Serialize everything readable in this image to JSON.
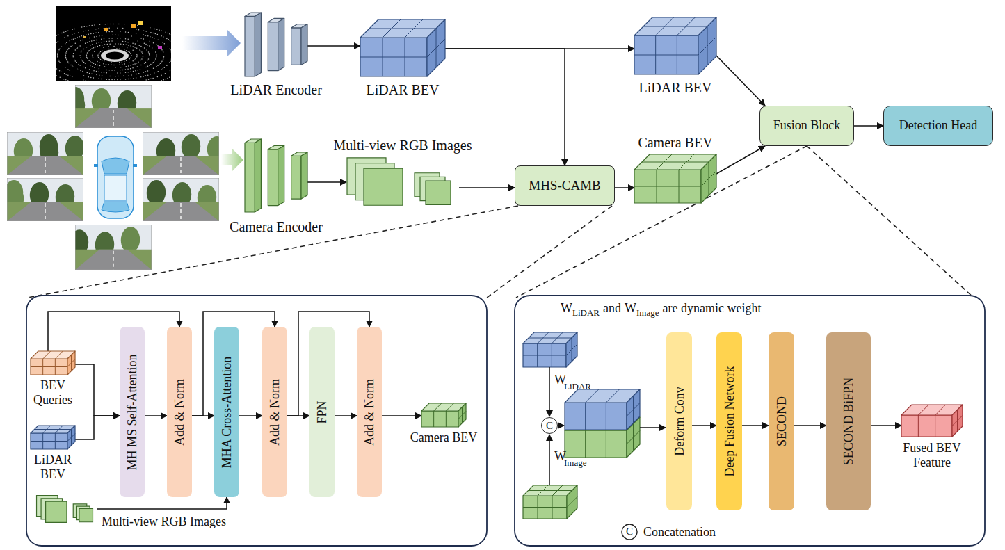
{
  "diagram": {
    "nodes": [
      {
        "text": [
          "LiDAR Encoder"
        ]
      },
      {
        "text": [
          "LiDAR BEV"
        ]
      },
      {
        "text": [
          "LiDAR BEV"
        ]
      },
      {
        "text": [
          "Camera Encoder"
        ]
      },
      {
        "text": [
          "Multi-view RGB Images"
        ]
      },
      {
        "text": [
          "MHS-CAMB"
        ]
      },
      {
        "text": [
          "Camera BEV"
        ]
      },
      {
        "text": [
          "Fusion Block"
        ]
      },
      {
        "text": [
          "Detection Head"
        ]
      },
      {
        "text": [
          "BEV Queries"
        ]
      },
      {
        "text": [
          "LiDAR BEV"
        ]
      },
      {
        "text": [
          "MH MS Self-Attention"
        ]
      },
      {
        "text": [
          "Add & Norm"
        ]
      },
      {
        "text": [
          "MHA Cross-Attention"
        ]
      },
      {
        "text": [
          "Add & Norm"
        ]
      },
      {
        "text": [
          "FPN"
        ]
      },
      {
        "text": [
          "Add & Norm"
        ]
      },
      {
        "text": [
          "Camera BEV"
        ]
      },
      {
        "text": [
          "Multi-view RGB Images"
        ]
      },
      {
        "text": [
          "C"
        ]
      },
      {
        "text": [
          "Deform Conv"
        ]
      },
      {
        "text": [
          "Deep Fusion Network"
        ]
      },
      {
        "text": [
          "SECOND"
        ]
      },
      {
        "text": [
          "SECOND BiFPN"
        ]
      },
      {
        "text": [
          "Fused BEV Feature"
        ]
      }
    ],
    "edges": [
      {
        "from": 0,
        "to": 1,
        "arrow": "to"
      },
      {
        "from": 1,
        "to": 2,
        "arrow": "to"
      },
      {
        "from": 1,
        "to": 5,
        "arrow": "to"
      },
      {
        "from": 3,
        "to": 4,
        "arrow": "to"
      },
      {
        "from": 4,
        "to": 5,
        "arrow": "to"
      },
      {
        "from": 5,
        "to": 6,
        "arrow": "to"
      },
      {
        "from": 2,
        "to": 7,
        "arrow": "to"
      },
      {
        "from": 6,
        "to": 7,
        "arrow": "to"
      },
      {
        "from": 7,
        "to": 8,
        "arrow": "to"
      },
      {
        "from": 9,
        "to": 11,
        "arrow": "to"
      },
      {
        "from": 10,
        "to": 11,
        "arrow": "to"
      },
      {
        "from": 9,
        "to": 12,
        "arrow": "to"
      },
      {
        "from": 11,
        "to": 12,
        "arrow": "to"
      },
      {
        "from": 12,
        "to": 13,
        "arrow": "to"
      },
      {
        "from": 12,
        "to": 14,
        "arrow": "to"
      },
      {
        "from": 13,
        "to": 14,
        "arrow": "to"
      },
      {
        "from": 14,
        "to": 15,
        "arrow": "to"
      },
      {
        "from": 14,
        "to": 16,
        "arrow": "to"
      },
      {
        "from": 15,
        "to": 16,
        "arrow": "to"
      },
      {
        "from": 16,
        "to": 17,
        "arrow": "to"
      },
      {
        "from": 18,
        "to": 13,
        "arrow": "to"
      },
      {
        "from": 20,
        "to": 21,
        "arrow": "to"
      },
      {
        "from": 21,
        "to": 22,
        "arrow": "to"
      },
      {
        "from": 22,
        "to": 23,
        "arrow": "to"
      },
      {
        "from": 23,
        "to": 24,
        "arrow": "to"
      }
    ],
    "labels": [
      "W",
      "LiDAR",
      "and",
      "W",
      "Image",
      "are dynamic weight",
      "W",
      "LiDAR",
      "W",
      "Image",
      "C"
    ],
    "legend": [
      {
        "text": "Concatenation"
      }
    ]
  }
}
